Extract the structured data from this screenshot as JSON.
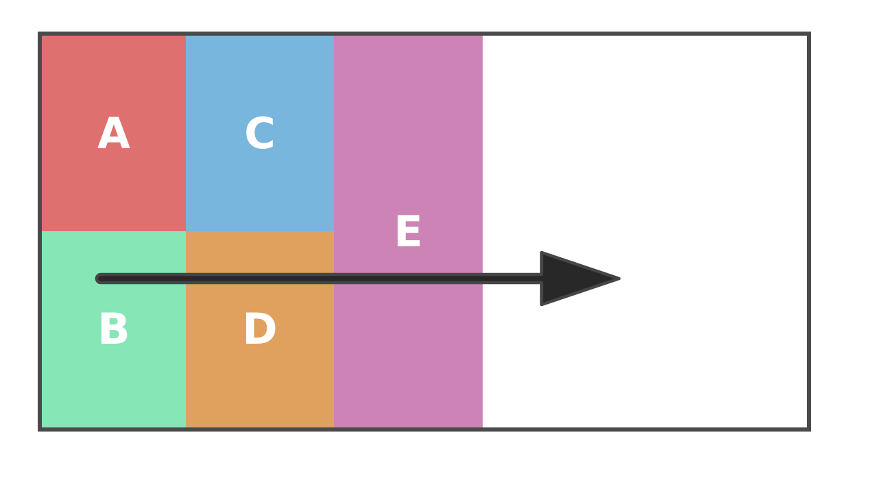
{
  "canvas": {
    "background_color": "#ffffff"
  },
  "frame": {
    "border_color": "#4a4a4a"
  },
  "regions": [
    {
      "id": "A",
      "label": "A",
      "color": "#df7070",
      "label_color": "#ffffff",
      "position": "top-left"
    },
    {
      "id": "B",
      "label": "B",
      "color": "#86e6b6",
      "label_color": "#ffffff",
      "position": "bottom-left"
    },
    {
      "id": "C",
      "label": "C",
      "color": "#79b6dd",
      "label_color": "#ffffff",
      "position": "top-middle"
    },
    {
      "id": "D",
      "label": "D",
      "color": "#e0a15f",
      "label_color": "#ffffff",
      "position": "bottom-middle"
    },
    {
      "id": "E",
      "label": "E",
      "color": "#cd83b6",
      "label_color": "#ffffff",
      "position": "right-full-height"
    }
  ],
  "arrow": {
    "direction": "right",
    "fill_color": "#282828",
    "outline_color": "#454545"
  }
}
